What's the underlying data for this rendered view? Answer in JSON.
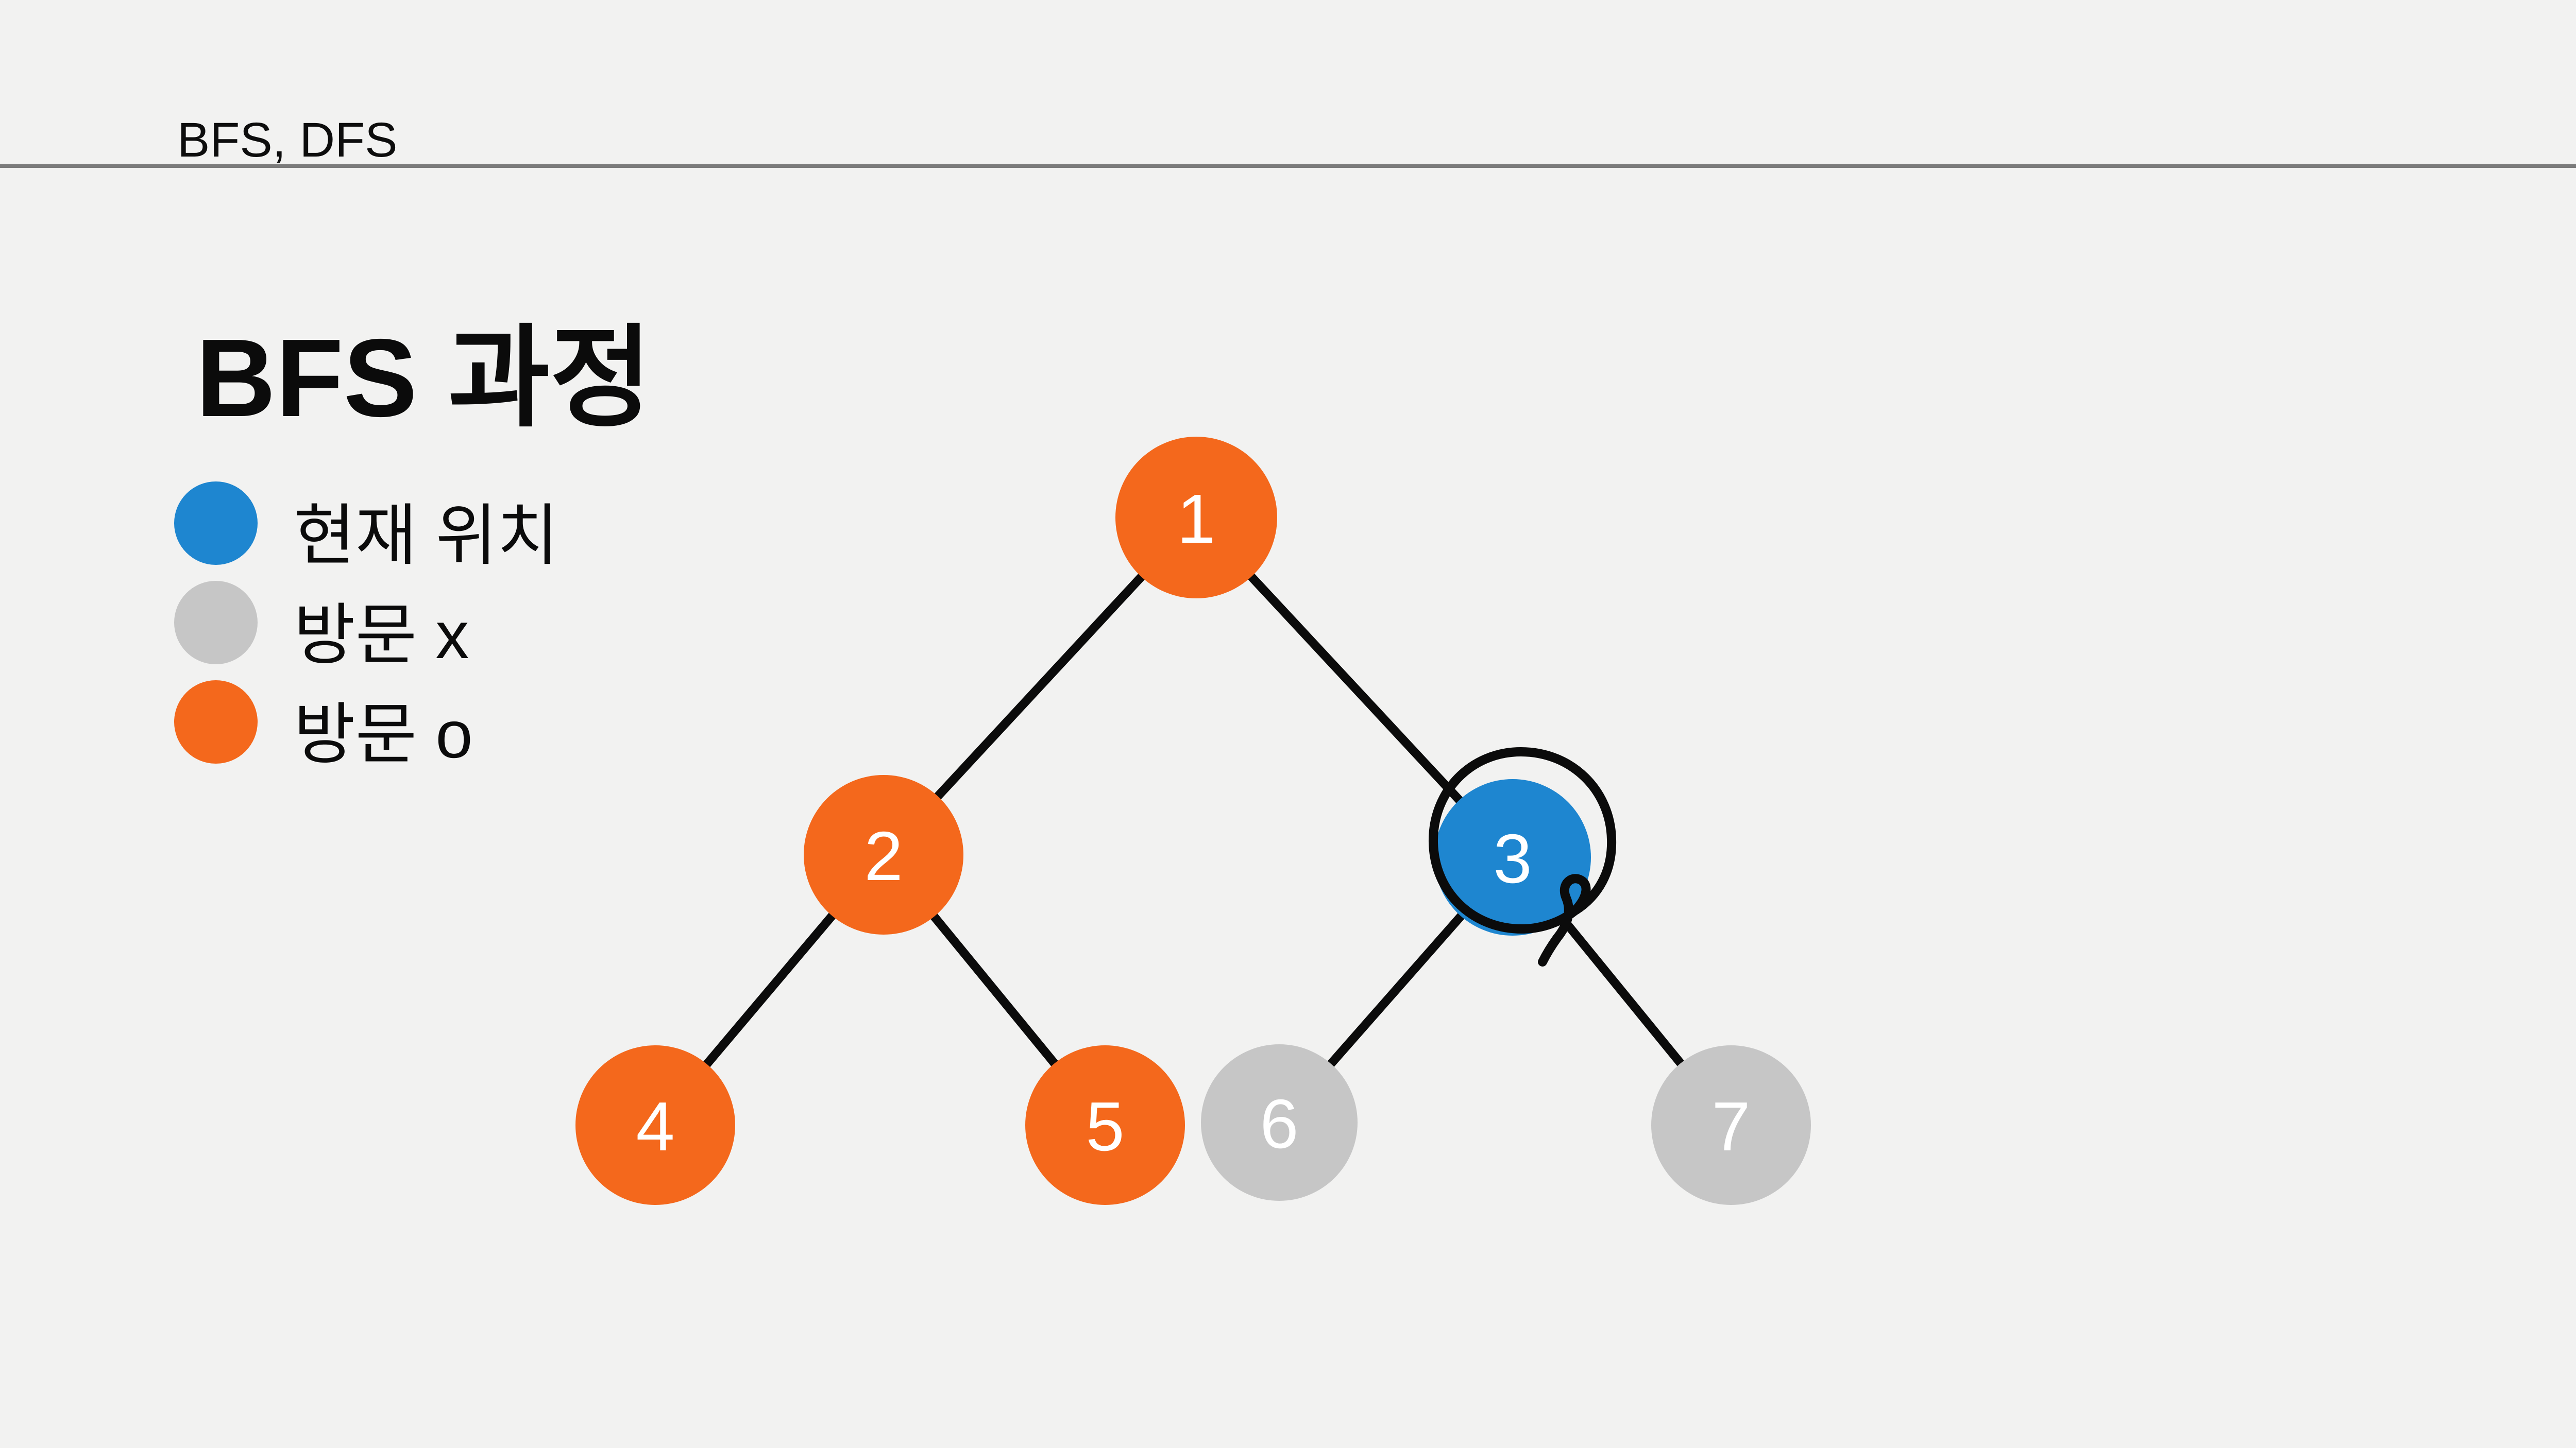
{
  "header": {
    "text": "BFS, DFS"
  },
  "title": "BFS 과정",
  "legend": {
    "items": [
      {
        "label": "현재 위치",
        "color": "#1e86d0"
      },
      {
        "label": "방문 x",
        "color": "#c6c6c6"
      },
      {
        "label": "방문 o",
        "color": "#f4681c"
      }
    ]
  },
  "tree": {
    "nodes": [
      {
        "label": "1",
        "status": "방문 o",
        "color": "#f4681c"
      },
      {
        "label": "2",
        "status": "방문 o",
        "color": "#f4681c"
      },
      {
        "label": "3",
        "status": "현재 위치",
        "color": "#1e86d0"
      },
      {
        "label": "4",
        "status": "방문 o",
        "color": "#f4681c"
      },
      {
        "label": "5",
        "status": "방문 o",
        "color": "#f4681c"
      },
      {
        "label": "6",
        "status": "방문 x",
        "color": "#c6c6c6"
      },
      {
        "label": "7",
        "status": "방문 x",
        "color": "#c6c6c6"
      }
    ],
    "edges": [
      [
        "1",
        "2"
      ],
      [
        "1",
        "3"
      ],
      [
        "2",
        "4"
      ],
      [
        "2",
        "5"
      ],
      [
        "3",
        "6"
      ],
      [
        "3",
        "7"
      ]
    ],
    "annotation": {
      "type": "hand-drawn-circle",
      "around_node": "3"
    }
  },
  "colors": {
    "background": "#f2f2f1",
    "divider": "#7b7b7b",
    "edge": "#0b0b0b",
    "annotation": "#0b0b0b",
    "node_text": "#ffffff",
    "text": "#0b0b0b"
  }
}
